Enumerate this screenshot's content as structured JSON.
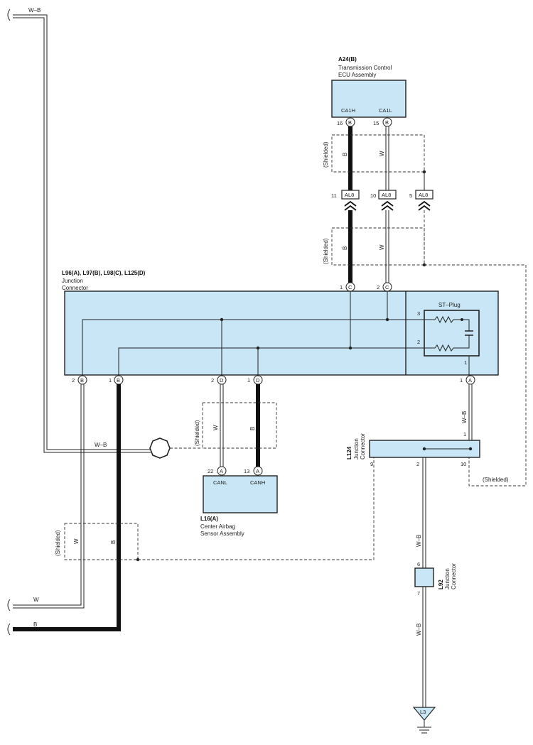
{
  "wire_colors": {
    "W_B": "W–B",
    "W": "W",
    "B": "B"
  },
  "shielded": "(Shielded)",
  "a24": {
    "code": "A24(B)",
    "name1": "Transmission Control",
    "name2": "ECU Assembly",
    "pin_h_name": "CA1H",
    "pin_l_name": "CA1L",
    "pin_h_no": "16",
    "pin_l_no": "15",
    "conn": "B"
  },
  "al8": {
    "label": "AL8",
    "pins": [
      "11",
      "10",
      "5"
    ]
  },
  "junction": {
    "code": "L96(A), L97(B), L98(C), L125(D)",
    "name": "Junction",
    "name2": "Connector",
    "top_pins": [
      "1",
      "2"
    ],
    "top_conn": "C",
    "bottom_left": [
      {
        "no": "2",
        "c": "B"
      },
      {
        "no": "1",
        "c": "B"
      },
      {
        "no": "2",
        "c": "D"
      },
      {
        "no": "1",
        "c": "D"
      }
    ],
    "a_pin": {
      "no": "1",
      "c": "A"
    }
  },
  "st_plug": {
    "title": "ST–Plug",
    "pins": [
      "3",
      "2",
      "1"
    ]
  },
  "l16": {
    "code": "L16(A)",
    "name1": "Center Airbag",
    "name2": "Sensor Assembly",
    "pin_l": "CANL",
    "pin_h": "CANH",
    "pin_l_no": "22",
    "pin_h_no": "13",
    "conn": "A"
  },
  "l124": {
    "code": "L124",
    "name1": "Junction",
    "name2": "Connector",
    "pins": [
      "1",
      "9",
      "2",
      "10"
    ]
  },
  "l92": {
    "code": "L92",
    "name1": "Junction",
    "name2": "Connector",
    "pins": [
      "6",
      "7"
    ]
  },
  "ground": {
    "label": "L3"
  },
  "colors": {
    "component_fill": "#c8e6f5",
    "wire": "#222222"
  }
}
